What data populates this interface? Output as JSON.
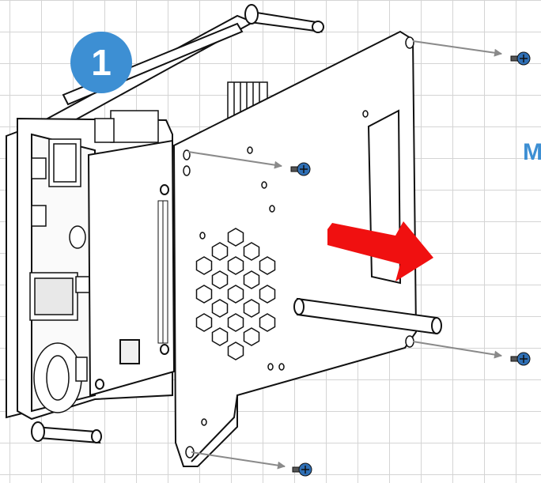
{
  "step_badge": {
    "number": "1",
    "color": "#3d8fd3"
  },
  "side_text": {
    "value": "M",
    "color": "#3d8fd3"
  },
  "arrow_color": "#f01010",
  "screw_color": "#2f6fb5",
  "grid_color": "#d4d4d4",
  "parts": {
    "screws": [
      "top-right-screw",
      "middle-screw",
      "lower-right-screw",
      "bottom-screw"
    ],
    "hex_vent_cells": 19
  }
}
